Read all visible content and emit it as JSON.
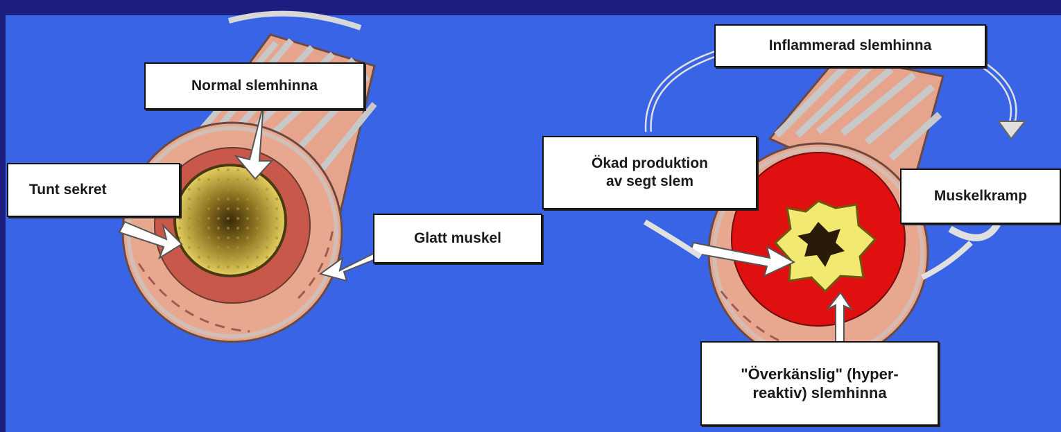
{
  "colors": {
    "background": "#3a64e6",
    "border": "#1b1e7e",
    "normal_mucosa": "#c8584a",
    "inflamed_mucosa": "#e01010",
    "tissue": "#e8a890",
    "mucus_thin": "#c8b030",
    "mucus_thick": "#f2ea70"
  },
  "labels": {
    "normal_mucosa": "Normal slemhinna",
    "thin_secretion": "Tunt sekret",
    "smooth_muscle": "Glatt muskel",
    "inflamed_mucosa": "Inflammerad slemhinna",
    "increased_mucus": "Ökad produktion\nav segt slem",
    "muscle_spasm": "Muskelkramp",
    "hyperreactive_mucosa": "\"Överkänslig\" (hyper-\nreaktiv) slemhinna"
  }
}
